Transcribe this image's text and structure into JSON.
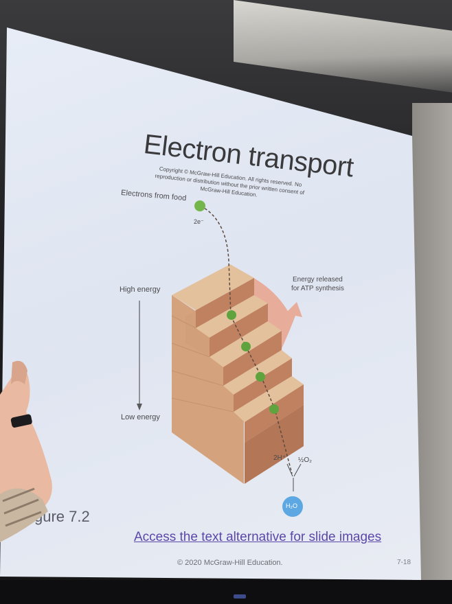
{
  "slide": {
    "title": "Electron transport",
    "copyright": "Copyright © McGraw-Hill Education. All rights reserved. No reproduction or distribution without the prior written consent of McGraw-Hill Education.",
    "figure_label": "gure 7.2",
    "access_link": "Access the text alternative for slide images",
    "footer": "© 2020 McGraw-Hill Education.",
    "slide_number": "7-18"
  },
  "diagram": {
    "electrons_from_food": "Electrons from food",
    "electron_label": "2e⁻",
    "high_energy": "High energy",
    "low_energy": "Low energy",
    "energy_released_line1": "Energy released",
    "energy_released_line2": "for ATP synthesis",
    "proton_label": "2H⁺",
    "oxygen_label": "½O₂",
    "water_label": "H₂O"
  },
  "colors": {
    "screen": "#e4e9f3",
    "stair_top": "#dcb48e",
    "stair_riser": "#b77a5a",
    "arrow_fill": "#e8a08e",
    "electron": "#6fb04a",
    "water": "#5da8e2",
    "link": "#5b47a8"
  }
}
